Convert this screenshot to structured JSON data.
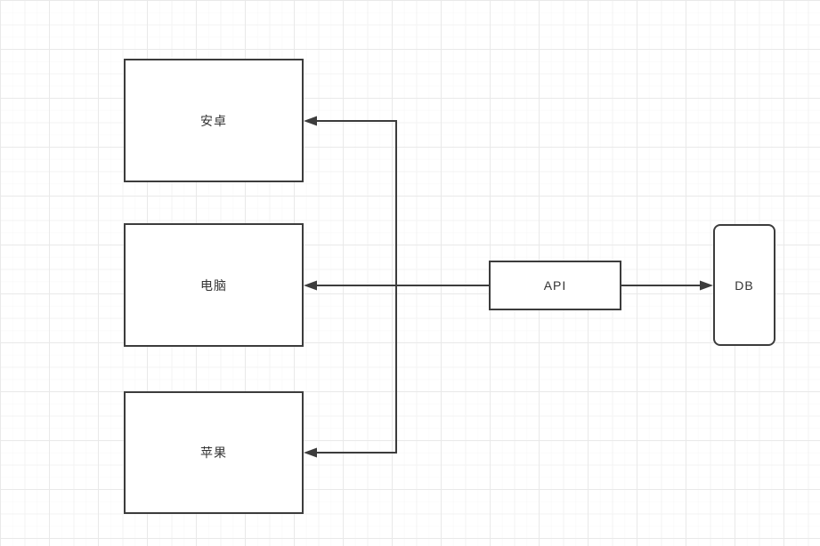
{
  "diagram": {
    "title": "client-api-db-flow",
    "nodes": [
      {
        "id": "android",
        "label": "安卓",
        "shape": "rectangle"
      },
      {
        "id": "pc",
        "label": "电脑",
        "shape": "rectangle"
      },
      {
        "id": "apple",
        "label": "苹果",
        "shape": "rectangle"
      },
      {
        "id": "api",
        "label": "API",
        "shape": "rectangle"
      },
      {
        "id": "db",
        "label": "DB",
        "shape": "rounded-rectangle"
      }
    ],
    "edges": [
      {
        "from": "api",
        "to": "android",
        "arrow": "target",
        "style": "orthogonal"
      },
      {
        "from": "api",
        "to": "pc",
        "arrow": "target",
        "style": "straight"
      },
      {
        "from": "api",
        "to": "apple",
        "arrow": "target",
        "style": "orthogonal"
      },
      {
        "from": "api",
        "to": "db",
        "arrow": "target",
        "style": "straight"
      }
    ],
    "colors": {
      "stroke": "#3c3c3c",
      "node_fill": "#ffffff",
      "text": "#333333",
      "canvas_bg": "#ffffff",
      "grid_major": "#e9e9e9",
      "grid_medium": "#f3f3f3",
      "grid_minor": "#fafafa"
    }
  }
}
